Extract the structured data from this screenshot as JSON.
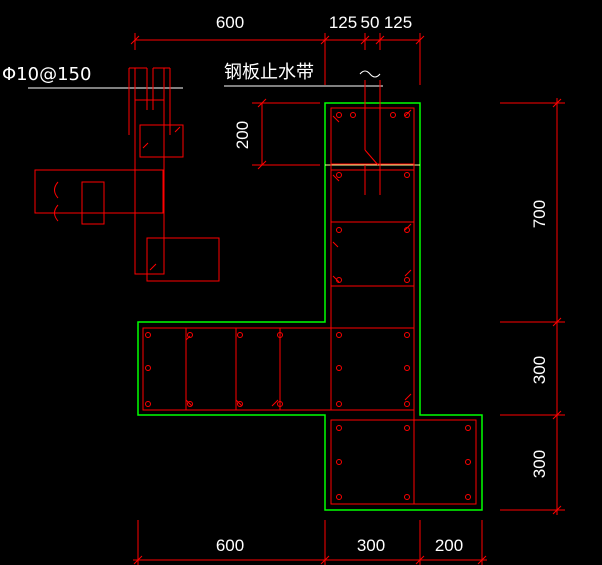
{
  "drawing": {
    "rebar_spec": "Φ10@150",
    "waterstop_label": "钢板止水带",
    "waterstop_offset": "200",
    "dims_top": [
      "600",
      "125",
      "50",
      "125"
    ],
    "dims_bottom": [
      "600",
      "300",
      "200"
    ],
    "dims_right": [
      "700",
      "300",
      "300"
    ]
  },
  "colors": {
    "background": "#000000",
    "outline": "#00ff00",
    "rebar": "#ff0000",
    "dimension": "#ff0000",
    "text": "#ffffff",
    "waterstop_line": "#ffff99"
  }
}
